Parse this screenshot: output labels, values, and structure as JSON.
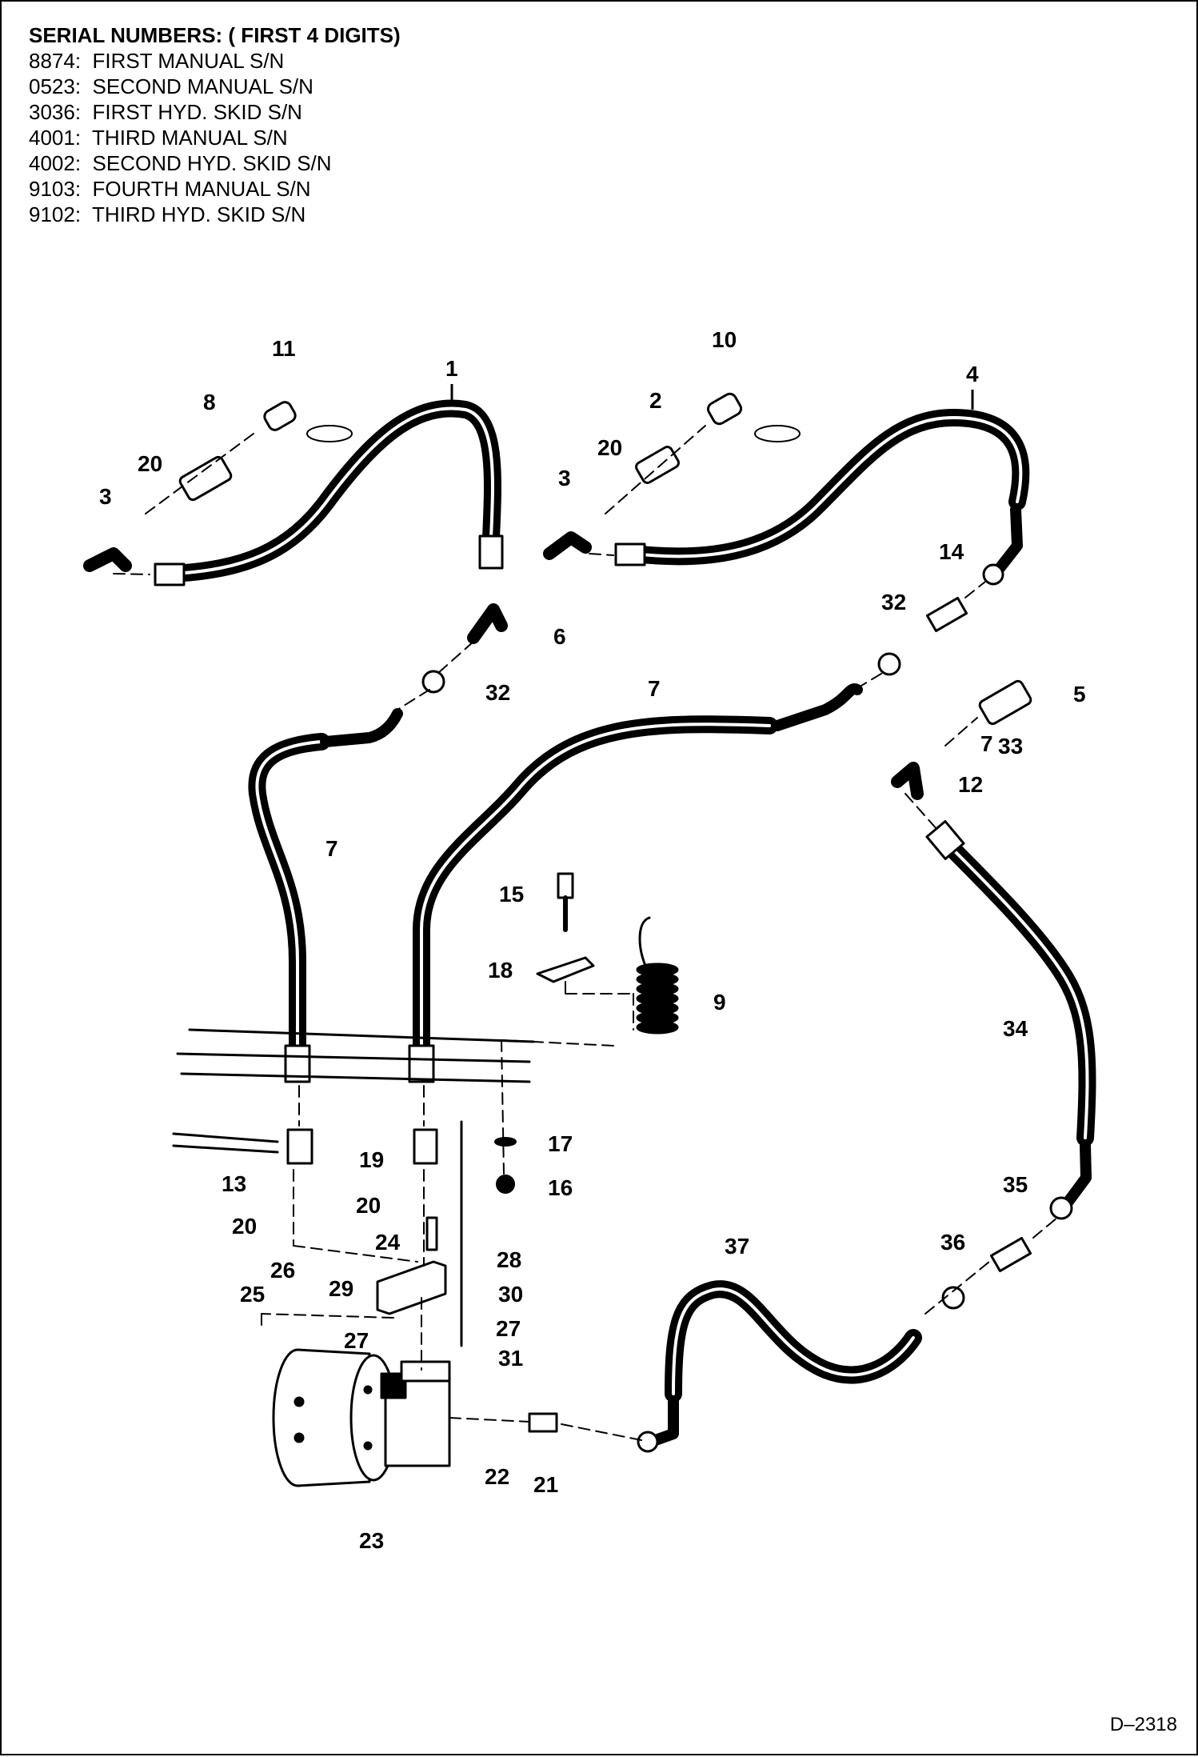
{
  "serial": {
    "title": "SERIAL NUMBERS: ( FIRST 4 DIGITS)",
    "lines": [
      "8874:  FIRST MANUAL S/N",
      "0523:  SECOND MANUAL S/N",
      "3036:  FIRST HYD. SKID S/N",
      "4001:  THIRD MANUAL S/N",
      "4002:  SECOND HYD. SKID S/N",
      "9103:  FOURTH MANUAL S/N",
      "9102:  THIRD HYD. SKID S/N"
    ]
  },
  "doc_code": "D–2318",
  "callouts": [
    "1",
    "2",
    "3",
    "3",
    "4",
    "5",
    "6",
    "7",
    "7",
    "7",
    "8",
    "9",
    "10",
    "11",
    "12",
    "13",
    "14",
    "15",
    "16",
    "17",
    "18",
    "19",
    "20",
    "20",
    "20",
    "20",
    "21",
    "22",
    "23",
    "24",
    "25",
    "26",
    "27",
    "27",
    "28",
    "29",
    "30",
    "31",
    "32",
    "32",
    "33",
    "34",
    "35",
    "36",
    "37"
  ]
}
